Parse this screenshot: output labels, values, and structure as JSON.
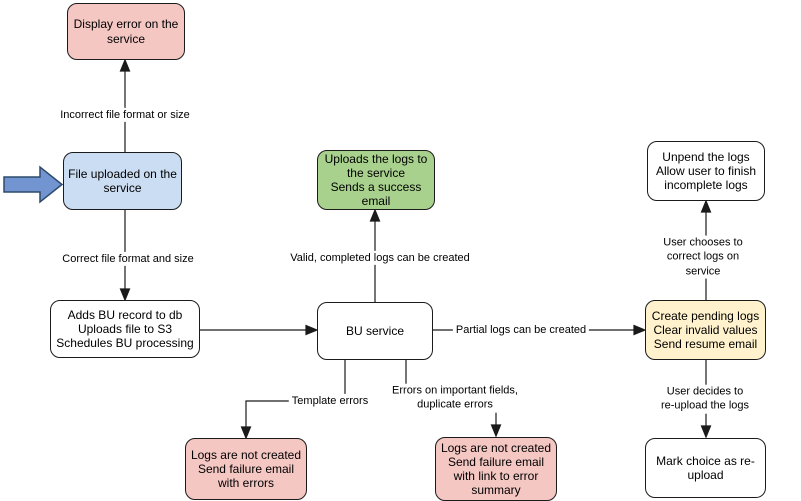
{
  "diagram": {
    "description": "Flowchart of bulk-upload (BU) file processing outcomes",
    "nodes": {
      "display_error": {
        "text": "Display error on the\nservice",
        "fill": "#F4C7C3"
      },
      "file_uploaded": {
        "text": "File uploaded on the\nservice",
        "fill": "#CBDDF2"
      },
      "adds_bu": {
        "text": "Adds BU record to db\nUploads file to S3\nSchedules BU processing",
        "fill": "#FFFFFF"
      },
      "bu_service": {
        "text": "BU service",
        "fill": "#FFFFFF"
      },
      "success": {
        "text": "Uploads the logs to\nthe service\nSends a success\nemail",
        "fill": "#A9D18E"
      },
      "fail_template": {
        "text": "Logs are not created\nSend failure email\nwith errors",
        "fill": "#F4C7C3"
      },
      "fail_fields": {
        "text": "Logs are not created\nSend failure email\nwith link to error\nsummary",
        "fill": "#F4C7C3"
      },
      "pending": {
        "text": "Create pending logs\nClear invalid values\nSend resume email",
        "fill": "#FFF2CC"
      },
      "unpend": {
        "text": "Unpend the logs\nAllow user to finish\nincomplete logs",
        "fill": "#FFFFFF"
      },
      "mark_reupload": {
        "text": "Mark choice as re-\nupload",
        "fill": "#FFFFFF"
      }
    },
    "edge_labels": {
      "incorrect": "Incorrect file format or size",
      "correct": "Correct file format and size",
      "valid": "Valid, completed logs can be created",
      "partial": "Partial logs can be created",
      "template": "Template errors",
      "fields": "Errors on important fields,\nduplicate errors",
      "correct_on_service": "User chooses to correct logs on service",
      "reupload": "User decides to re-upload the logs"
    },
    "colors": {
      "node_red": "#F4C7C3",
      "node_blue": "#CBDDF2",
      "node_green": "#A9D18E",
      "node_yellow": "#FFF2CC",
      "node_white": "#FFFFFF",
      "entry_arrow": "#7295D1",
      "entry_arrow_stroke": "#2E4A6B",
      "stroke": "#1B1B1B"
    }
  }
}
